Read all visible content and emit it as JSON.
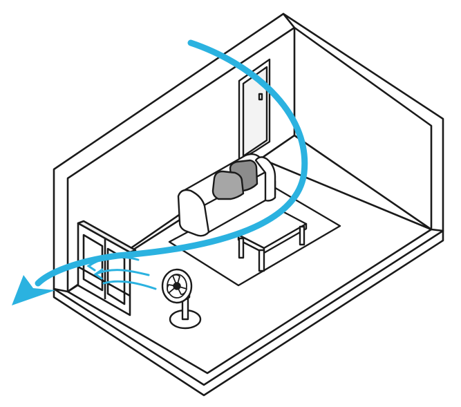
{
  "colors": {
    "outline": "#1a1a1a",
    "wall": "#ffffff",
    "wall_edge": "#f2f2f2",
    "rug": "#ffffff",
    "cushion": "#a6a6a6",
    "cushion_dark": "#8c8c8c",
    "glass": "#ffffff",
    "airflow": "#2bb2e0"
  },
  "icons": [
    "airflow-arrow",
    "breeze-lines",
    "fan",
    "sofa",
    "coffee-table",
    "door",
    "window"
  ]
}
